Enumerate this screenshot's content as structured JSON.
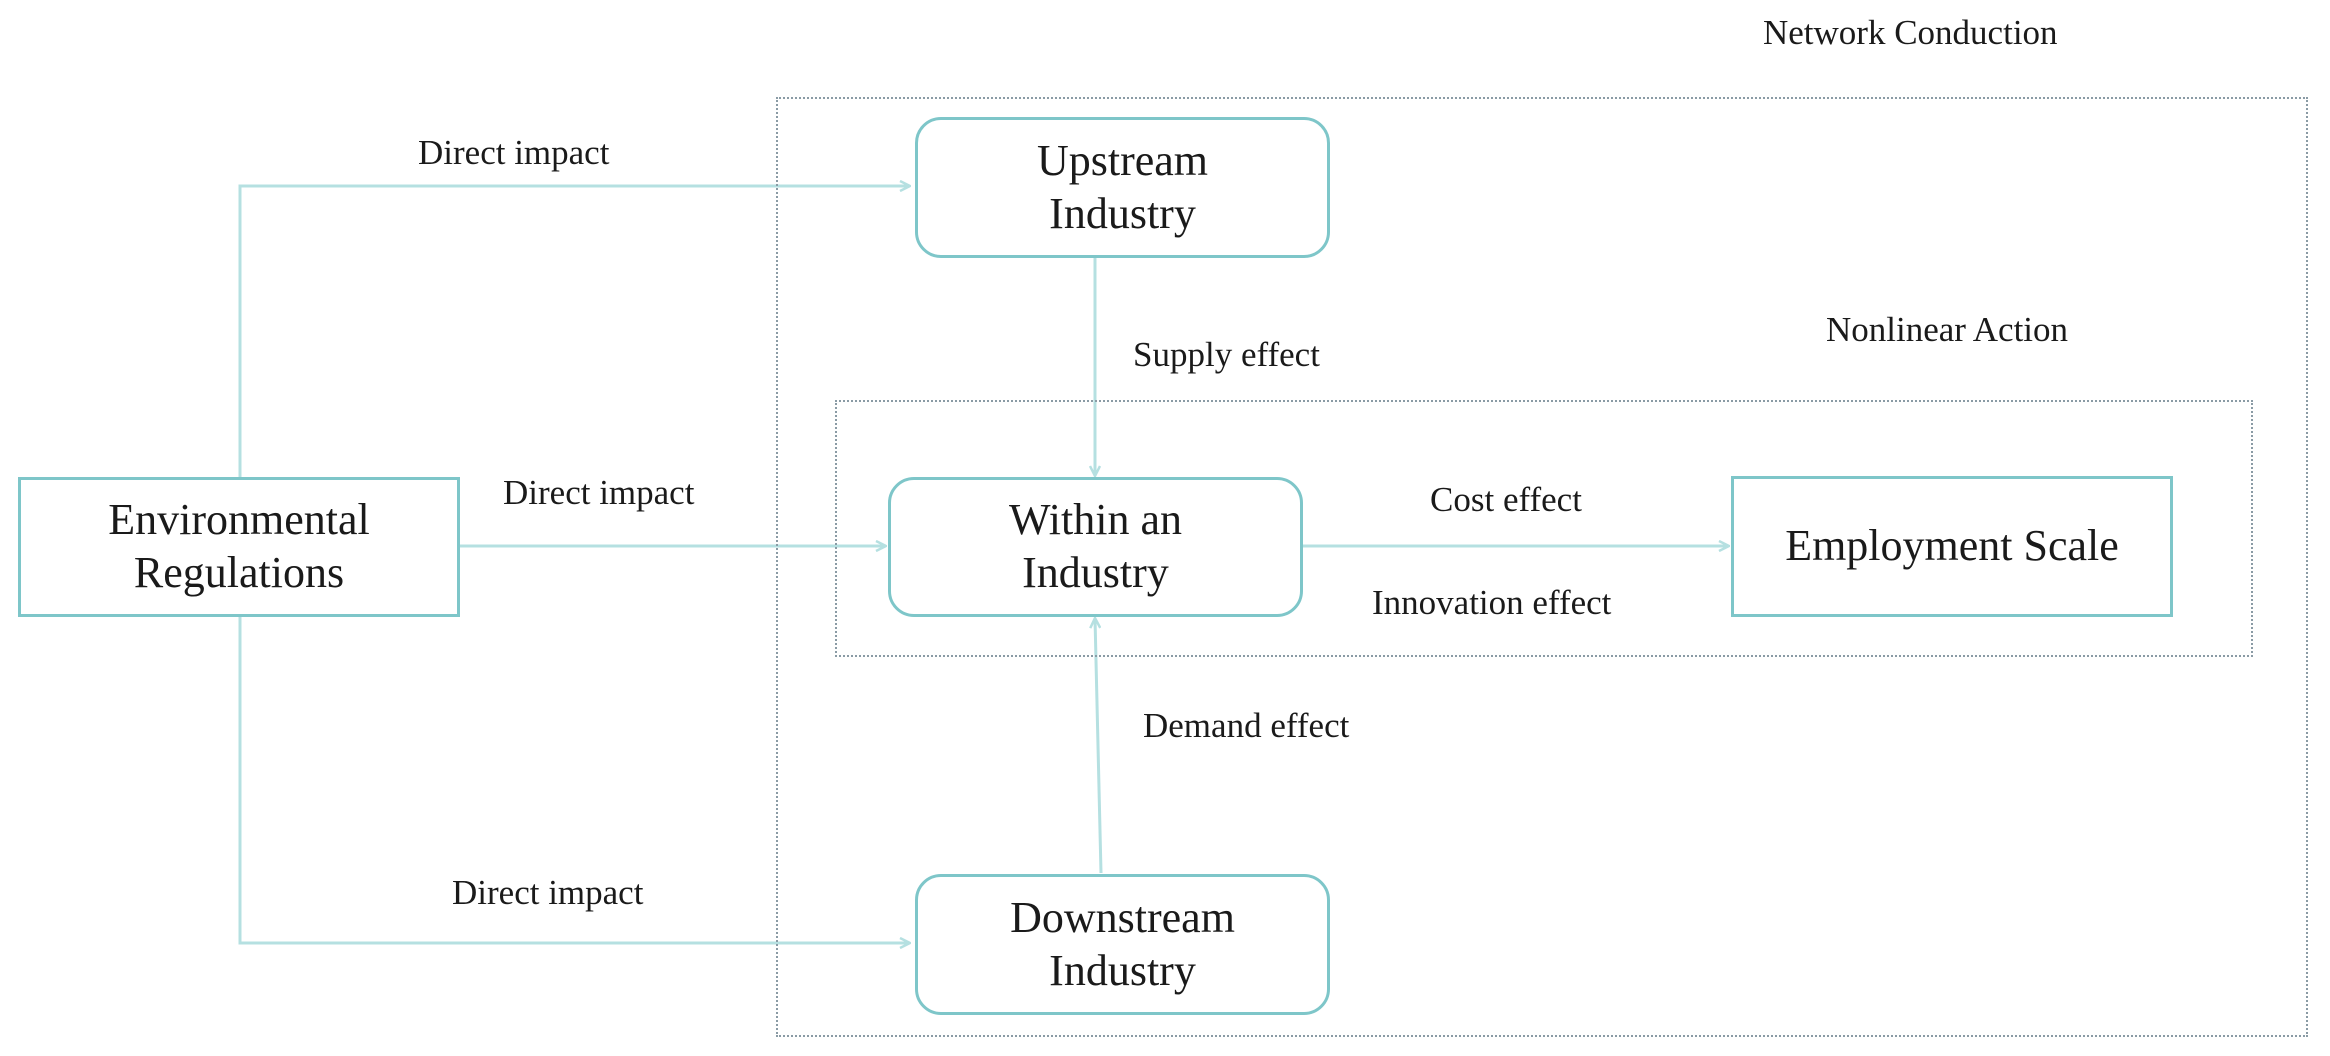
{
  "colors": {
    "node_border": "#7ec6c9",
    "arrow": "#b5e0e1",
    "frame": "#8a9ba5",
    "text": "#1a1a1a"
  },
  "frames": {
    "network_conduction": "Network Conduction",
    "nonlinear_action": "Nonlinear Action"
  },
  "nodes": {
    "environmental_regulations": "Environmental\nRegulations",
    "upstream_industry": "Upstream\nIndustry",
    "within_industry": "Within an\nIndustry",
    "downstream_industry": "Downstream\nIndustry",
    "employment_scale": "Employment Scale"
  },
  "edges": {
    "direct_impact_upstream": "Direct impact",
    "direct_impact_within": "Direct impact",
    "direct_impact_downstream": "Direct impact",
    "supply_effect": "Supply effect",
    "demand_effect": "Demand effect",
    "cost_effect": "Cost effect",
    "innovation_effect": "Innovation effect"
  }
}
